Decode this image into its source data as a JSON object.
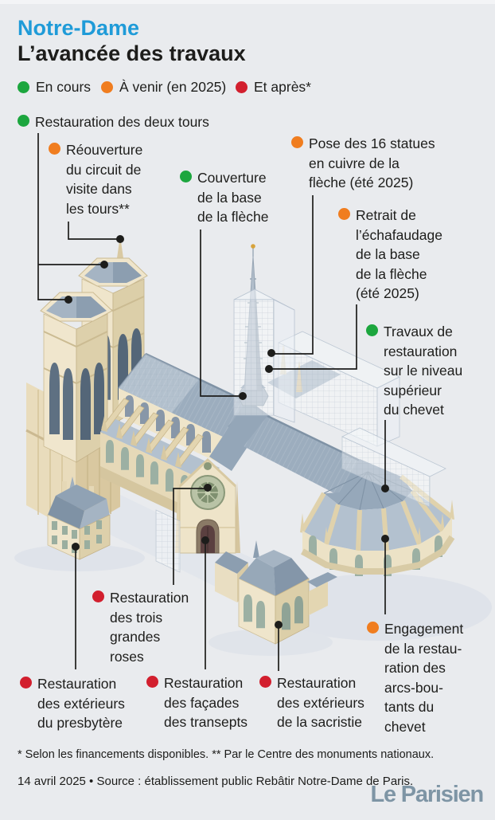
{
  "header": {
    "kicker": "Notre-Dame",
    "title": "L’avancée des travaux"
  },
  "colors": {
    "en-cours": "#1ca63e",
    "a-venir": "#f07d1f",
    "et-apres": "#d21f2e",
    "kicker": "#1f9bd8",
    "leader-line": "#1d1d1b",
    "background": "#e9ebee",
    "logo": "#7e95a5"
  },
  "legend": {
    "items": [
      {
        "label": "En cours",
        "status": "en-cours"
      },
      {
        "label": "À venir (en 2025)",
        "status": "a-venir"
      },
      {
        "label": "Et après*",
        "status": "et-apres"
      }
    ]
  },
  "annotations": {
    "tours": {
      "status": "en-cours",
      "lines": [
        "Restauration des deux tours"
      ]
    },
    "reouverture": {
      "status": "a-venir",
      "lines": [
        "Réouverture",
        "du circuit de",
        "visite dans",
        "les tours**"
      ]
    },
    "couverture": {
      "status": "en-cours",
      "lines": [
        "Couverture",
        "de la base",
        "de la flèche"
      ]
    },
    "pose": {
      "status": "a-venir",
      "lines": [
        "Pose des 16 statues",
        "en cuivre de la",
        "flèche (été 2025)"
      ]
    },
    "retrait": {
      "status": "a-venir",
      "lines": [
        "Retrait de",
        "l’échafaudage",
        "de la base",
        "de la flèche",
        "(été 2025)"
      ]
    },
    "chevet_sup": {
      "status": "en-cours",
      "lines": [
        "Travaux de",
        "restauration",
        "sur le niveau",
        "supérieur",
        "du chevet"
      ]
    },
    "roses": {
      "status": "et-apres",
      "lines": [
        "Restauration",
        "des trois",
        "grandes",
        "roses"
      ]
    },
    "presbytere": {
      "status": "et-apres",
      "lines": [
        "Restauration",
        "des extérieurs",
        "du presbytère"
      ]
    },
    "transepts": {
      "status": "et-apres",
      "lines": [
        "Restauration",
        "des façades",
        "des transepts"
      ]
    },
    "sacristie": {
      "status": "et-apres",
      "lines": [
        "Restauration",
        "des extérieurs",
        "de la sacristie"
      ]
    },
    "arcs_boutants": {
      "status": "a-venir",
      "lines": [
        "Engagement",
        "de la restau-",
        "ration des",
        "arcs-bou-",
        "tants du",
        "chevet"
      ]
    }
  },
  "footer": {
    "footnote": "* Selon les financements disponibles. ** Par le Centre des monuments nationaux.",
    "source": "14 avril 2025 • Source : établissement public Rebâtir Notre-Dame de Paris.",
    "logo": "Le Parisien"
  }
}
